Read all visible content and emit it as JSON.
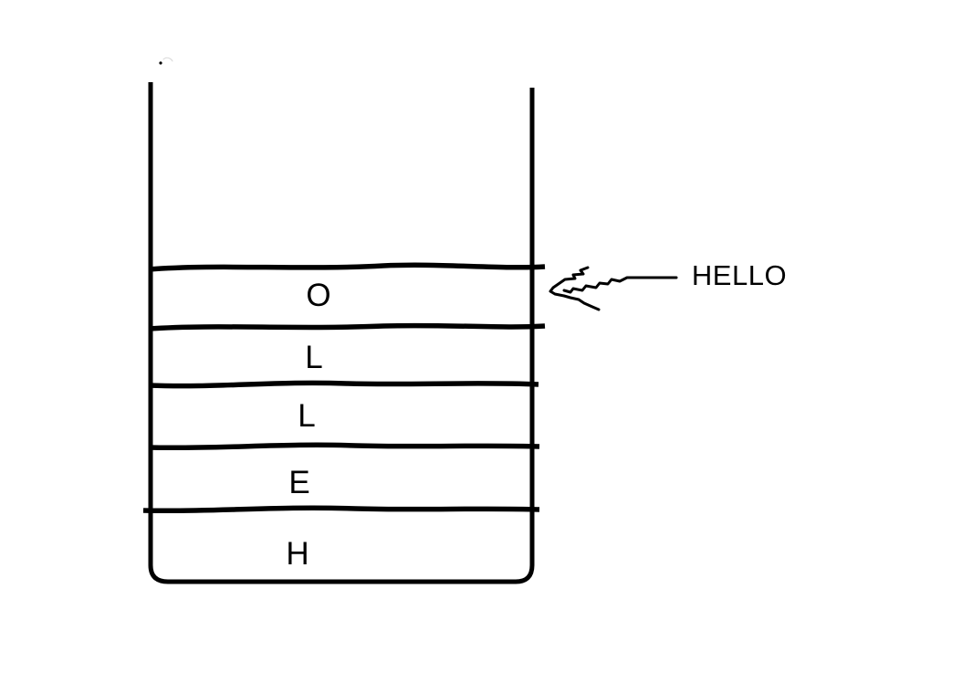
{
  "colors": {
    "ink": "#000000",
    "paper": "#ffffff",
    "faint_mark": "#d9d9d9"
  },
  "diagram": {
    "kind": "stack-drawing",
    "stack_cells_top_to_bottom": [
      {
        "label": "O"
      },
      {
        "label": "L"
      },
      {
        "label": "L"
      },
      {
        "label": "E"
      },
      {
        "label": "H"
      }
    ],
    "annotation_label": "HELLO"
  }
}
